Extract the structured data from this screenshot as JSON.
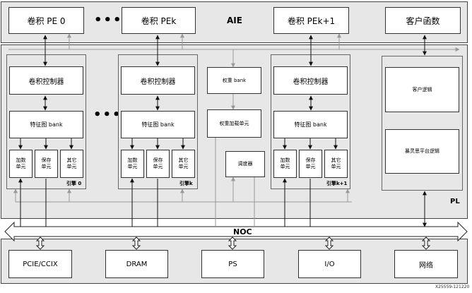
{
  "aie": {
    "label": "AIE",
    "pe0": "卷积 PE 0",
    "pek": "卷积 PEk",
    "pek1": "卷积 PEk+1",
    "client_func": "客户函数",
    "dots": "•••"
  },
  "pl": {
    "label": "PL",
    "engines": [
      {
        "ctrl": "卷积控制器",
        "bank": "特征图 bank",
        "add": "加数单元",
        "save": "保存单元",
        "other": "其它单元",
        "name": "引擎 0"
      },
      {
        "ctrl": "卷积控制器",
        "bank": "特征图 bank",
        "add": "加数单元",
        "save": "保存单元",
        "other": "其它单元",
        "name": "引擎k"
      },
      {
        "ctrl": "卷积控制器",
        "bank": "特征图 bank",
        "add": "加数单元",
        "save": "保存单元",
        "other": "其它单元",
        "name": "引擎k+1"
      }
    ],
    "weight_bank": "权重 bank",
    "weight_load": "权重加载单元",
    "scheduler": "调度器",
    "client_logic": "客户逻辑",
    "platform_logic": "暴灵思平台逻辑",
    "dots": "•••"
  },
  "noc": {
    "label": "NOC"
  },
  "io": {
    "pcie": "PCIE/CCIX",
    "dram": "DRAM",
    "ps": "PS",
    "io": "I/O",
    "net": "网络"
  },
  "figure_id": "X25559-121220"
}
